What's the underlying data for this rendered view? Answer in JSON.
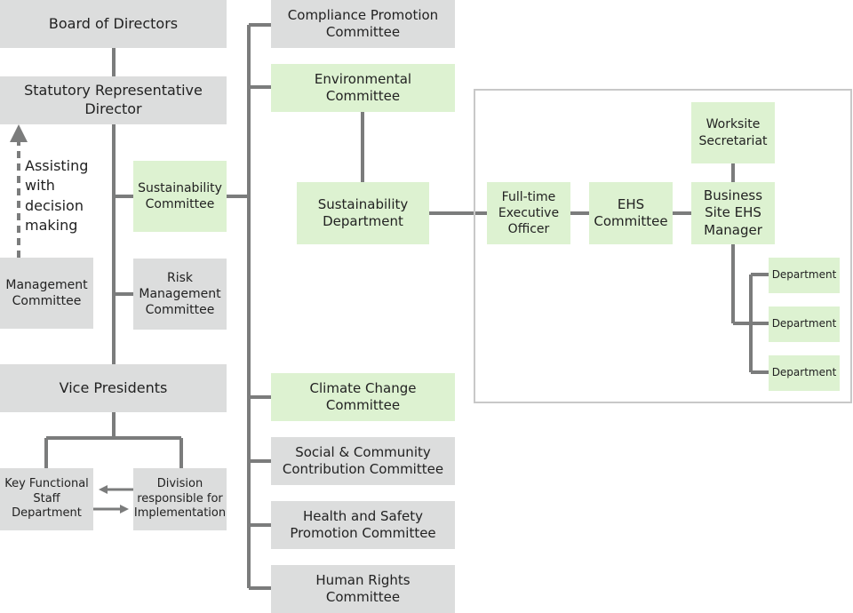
{
  "colors": {
    "line": "#7b7c7c",
    "grey_box": "#dcdddd",
    "green_box": "#ddf2d1",
    "frame": "#c8c8c8"
  },
  "nodes": {
    "board": "Board of Directors",
    "representative": "Statutory Representative\nDirector",
    "assisting_note": "Assisting\nwith\ndecision\nmaking",
    "management_committee": "Management\nCommittee",
    "sustainability_committee": "Sustainability\nCommittee",
    "risk_committee": "Risk\nManagement\nCommittee",
    "vice_presidents": "Vice Presidents",
    "key_functional": "Key Functional\nStaff\nDepartment",
    "division": "Division\nresponsible for\nImplementation",
    "compliance": "Compliance Promotion\nCommittee",
    "environmental": "Environmental\nCommittee",
    "sustainability_department": "Sustainability\nDepartment",
    "climate_change": "Climate Change\nCommittee",
    "social_community": "Social & Community\nContribution Committee",
    "health_safety": "Health and Safety\nPromotion Committee",
    "human_rights": "Human Rights\nCommittee",
    "fulltime_officer": "Full-time\nExecutive\nOfficer",
    "ehs_committee": "EHS\nCommittee",
    "worksite_secretariat": "Worksite\nSecretariat",
    "business_site_manager": "Business\nSite EHS\nManager",
    "department_1": "Department",
    "department_2": "Department",
    "department_3": "Department"
  }
}
